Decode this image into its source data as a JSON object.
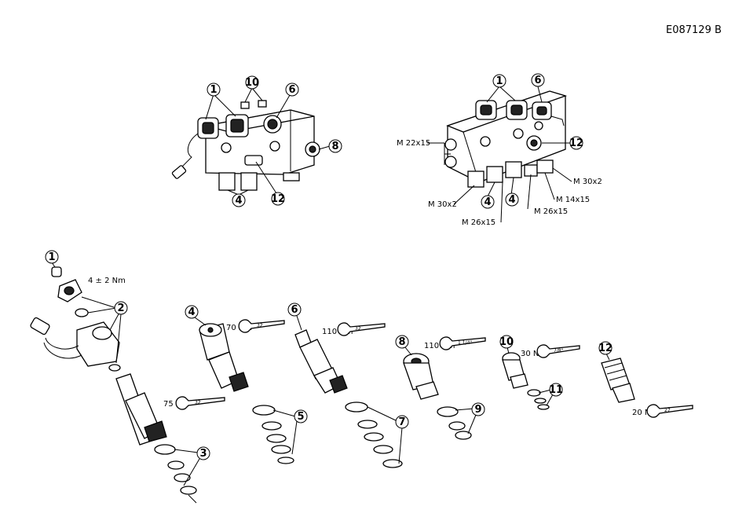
{
  "doc_code": "E087129  B",
  "callouts": {
    "c1": "1",
    "c2": "2",
    "c3": "3",
    "c4": "4",
    "c5": "5",
    "c6": "6",
    "c7": "7",
    "c8": "8",
    "c9": "9",
    "c10": "10",
    "c11": "11",
    "c12": "12"
  },
  "threads": {
    "m22": "M 22x15",
    "m30_a": "M 30x2",
    "m30_b": "M 30x2",
    "m14": "M 14x15",
    "m26_a": "M 26x15",
    "m26_b": "M 26x15"
  },
  "torques": {
    "t_coil": "4 ± 2 Nm",
    "t75": "75 Nm",
    "t70": "70 Nm",
    "t110a": "110 Nm",
    "t110b": "110 Nm",
    "t30": "30 Nm",
    "t20": "20 Nm"
  },
  "wrench_sizes": {
    "w75": "32",
    "w70": "32",
    "w110a": "32",
    "w110b": "1 1/4\"",
    "w30": "7/8\"",
    "w20": "27"
  }
}
